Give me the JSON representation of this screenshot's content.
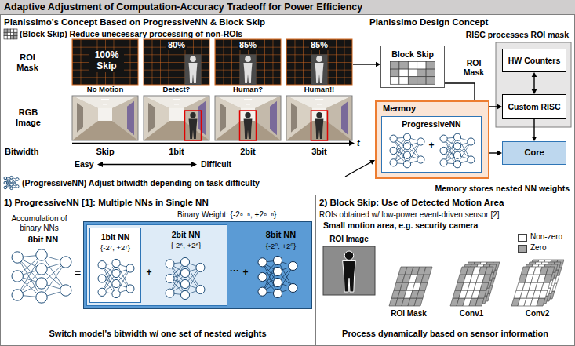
{
  "diagram": {
    "title": "Adaptive Adjustment of Computation-Accuracy Tradeoff for Power Efficiency",
    "nodes": [
      {
        "text": [
          "Pianissimo's Concept Based on ProgressiveNN & Block Skip"
        ]
      },
      {
        "text": [
          "Pianissimo Design Concept"
        ]
      },
      {
        "text": [
          "1) ProgressiveNN [1]: Multiple NNs in Single NN"
        ]
      },
      {
        "text": [
          "2) Block Skip: Use of Detected Motion Area"
        ]
      },
      {
        "text": [
          "Block Skip"
        ],
        "in": 1
      },
      {
        "text": [
          "HW Counters"
        ],
        "in": 1
      },
      {
        "text": [
          "Custom RISC"
        ],
        "in": 1
      },
      {
        "text": [
          "Mermoy"
        ],
        "in": 1
      },
      {
        "text": [
          "ProgressiveNN"
        ],
        "in": 7
      },
      {
        "text": [
          "Core"
        ],
        "in": 1
      },
      {
        "text": [
          "8bit NN",
          "{-2⁰, +2⁰}"
        ],
        "in": 2
      },
      {
        "text": [
          "2bit NN",
          "{-2⁶, +2⁶}"
        ],
        "in": 10
      },
      {
        "text": [
          "1bit NN",
          "{-2⁷, +2⁷}"
        ],
        "in": 11
      }
    ],
    "edges": [
      {
        "from": 0,
        "to": 4,
        "arrow": "to"
      },
      {
        "from": 0,
        "to": 7,
        "arrow": "to"
      },
      {
        "from": 4,
        "to": 6,
        "arrow": "to",
        "label": "ROI Mask"
      },
      {
        "from": 5,
        "to": 6,
        "arrow": "both"
      },
      {
        "from": 6,
        "to": 9,
        "arrow": "to"
      },
      {
        "from": 7,
        "to": 9,
        "arrow": "to"
      }
    ],
    "labels": [
      "(Block Skip) Reduce unecessary processing of non-ROIs",
      "ROI Mask",
      "100% Skip",
      "80%",
      "85%",
      "85%",
      "No Motion",
      "Detect?",
      "Human?",
      "Human!!",
      "RGB Image",
      "t",
      "Bitwidth",
      "Skip",
      "1bit",
      "2bit",
      "3bit",
      "Easy",
      "Difficult",
      "(ProgressiveNN) Adjust bitwidth depending on task difficulty",
      "RISC processes ROI mask",
      "+",
      "Memory stores nested NN weights",
      "Binary Weight: {-2⁸⁻ⁿ, +2⁸⁻ⁿ}",
      "Accumulation of binary NNs",
      "8bit NN",
      "=",
      "+",
      "···",
      "+",
      "Switch model's bitwidth w/ one set of nested weights",
      "ROIs obtained w/ low-power event-driven sensor [2]",
      "Small motion area, e.g. security camera",
      "ROI Image",
      "ROI Mask",
      "Conv1",
      "Conv2",
      "Process dynamically based on sensor information"
    ],
    "legend": [
      {
        "text": "Non-zero",
        "color": "#ffffff"
      },
      {
        "text": "Zero",
        "color": "#a6a6a6"
      }
    ]
  }
}
